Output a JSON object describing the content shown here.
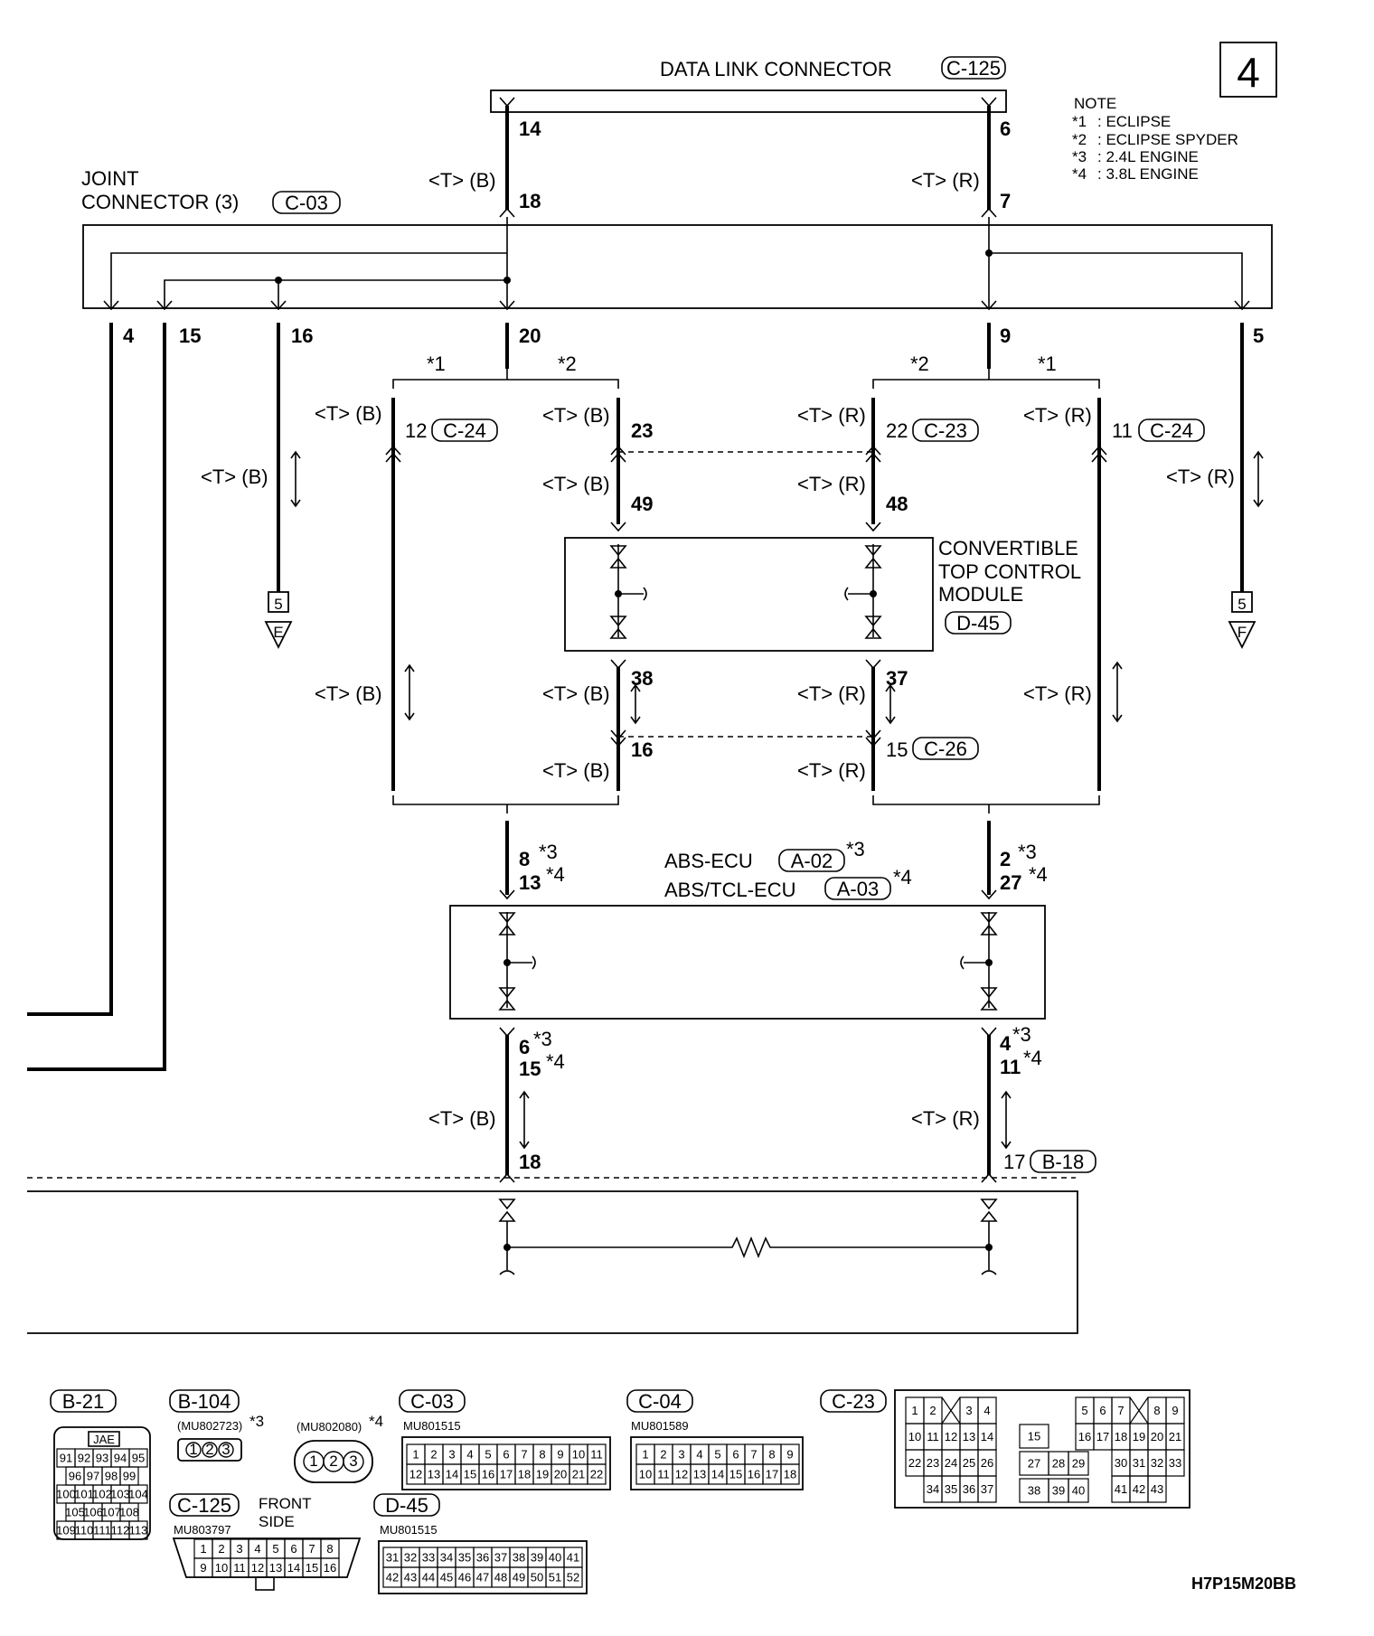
{
  "page_number": "4",
  "note": {
    "title": "NOTE",
    "items": [
      {
        "mark": "*1",
        "text": ": ECLIPSE"
      },
      {
        "mark": "*2",
        "text": ": ECLIPSE SPYDER"
      },
      {
        "mark": "*3",
        "text": ": 2.4L ENGINE"
      },
      {
        "mark": "*4",
        "text": ": 3.8L ENGINE"
      }
    ]
  },
  "data_link_connector": {
    "label": "DATA LINK CONNECTOR",
    "code": "C-125"
  },
  "joint_connector": {
    "label_line1": "JOINT",
    "label_line2": "CONNECTOR (3)",
    "code": "C-03"
  },
  "convertible_module": {
    "line1": "CONVERTIBLE",
    "line2": "TOP CONTROL",
    "line3": "MODULE",
    "code": "D-45"
  },
  "abs_ecu": {
    "label1": "ABS-ECU",
    "code1": "A-02",
    "note1": "*3",
    "label2": "ABS/TCL-ECU",
    "code2": "A-03",
    "note2": "*4"
  },
  "wire_labels": {
    "tb": "<T> (B)",
    "tr": "<T> (R)"
  },
  "pins": {
    "p14": "14",
    "p6": "6",
    "p18": "18",
    "p7": "7",
    "p4": "4",
    "p15": "15",
    "p16": "16",
    "p20": "20",
    "p9": "9",
    "p5": "5",
    "p12": "12",
    "p23": "23",
    "p22": "22",
    "p11": "11",
    "p49": "49",
    "p48": "48",
    "p38": "38",
    "p37": "37",
    "p16b": "16",
    "p15b": "15",
    "p8": "8",
    "p13": "13",
    "p2": "2",
    "p27": "27",
    "p6b": "6",
    "p15c": "15",
    "p4b": "4",
    "p11b": "11",
    "p18b": "18",
    "p17": "17"
  },
  "star": {
    "s1": "*1",
    "s2": "*2",
    "s3": "*3",
    "s4": "*4"
  },
  "connector_codes": {
    "c24": "C-24",
    "c23": "C-23",
    "c26": "C-26",
    "b18": "B-18"
  },
  "ground_ref": {
    "num": "5",
    "e": "E",
    "f": "F"
  },
  "connector_views": {
    "b21": {
      "code": "B-21",
      "brand": "JAE",
      "rows": [
        [
          "91",
          "92",
          "93",
          "94",
          "95"
        ],
        [
          "96",
          "97",
          "98",
          "99"
        ],
        [
          "100",
          "101",
          "102",
          "103",
          "104"
        ],
        [
          "105",
          "106",
          "107",
          "108"
        ],
        [
          "109",
          "110",
          "111",
          "112",
          "113"
        ]
      ]
    },
    "b104": {
      "code": "B-104",
      "part": "(MU802723)",
      "note": "*3",
      "pins": [
        "1",
        "2",
        "3"
      ]
    },
    "mu802080": {
      "part": "(MU802080)",
      "note": "*4",
      "pins": [
        "1",
        "2",
        "3"
      ]
    },
    "c03": {
      "code": "C-03",
      "part": "MU801515",
      "rows": [
        [
          "1",
          "2",
          "3",
          "4",
          "5",
          "6",
          "7",
          "8",
          "9",
          "10",
          "11"
        ],
        [
          "12",
          "13",
          "14",
          "15",
          "16",
          "17",
          "18",
          "19",
          "20",
          "21",
          "22"
        ]
      ]
    },
    "c04": {
      "code": "C-04",
      "part": "MU801589",
      "rows": [
        [
          "1",
          "2",
          "3",
          "4",
          "5",
          "6",
          "7",
          "8",
          "9"
        ],
        [
          "10",
          "11",
          "12",
          "13",
          "14",
          "15",
          "16",
          "17",
          "18"
        ]
      ]
    },
    "c23": {
      "code": "C-23",
      "rows": [
        [
          "1",
          "2",
          "",
          "3",
          "4"
        ],
        [
          "10",
          "11",
          "12",
          "13",
          "14"
        ],
        [
          "22",
          "23",
          "24",
          "25",
          "26"
        ],
        [
          "34",
          "35",
          "36",
          "37"
        ]
      ],
      "mid": [
        "15",
        "27",
        "28",
        "29",
        "38",
        "39",
        "40"
      ],
      "right": [
        [
          "5",
          "6",
          "7",
          "",
          "8",
          "9"
        ],
        [
          "16",
          "17",
          "18",
          "19",
          "20",
          "21"
        ],
        [
          "30",
          "31",
          "32",
          "33"
        ],
        [
          "41",
          "42",
          "43"
        ]
      ]
    },
    "c125": {
      "code": "C-125",
      "part": "MU803797",
      "side_line1": "FRONT",
      "side_line2": "SIDE",
      "rows": [
        [
          "1",
          "2",
          "3",
          "4",
          "5",
          "6",
          "7",
          "8"
        ],
        [
          "9",
          "10",
          "11",
          "12",
          "13",
          "14",
          "15",
          "16"
        ]
      ]
    },
    "d45": {
      "code": "D-45",
      "part": "MU801515",
      "rows": [
        [
          "31",
          "32",
          "33",
          "34",
          "35",
          "36",
          "37",
          "38",
          "39",
          "40",
          "41"
        ],
        [
          "42",
          "43",
          "44",
          "45",
          "46",
          "47",
          "48",
          "49",
          "50",
          "51",
          "52"
        ]
      ]
    }
  },
  "drawing_id": "H7P15M20BB"
}
